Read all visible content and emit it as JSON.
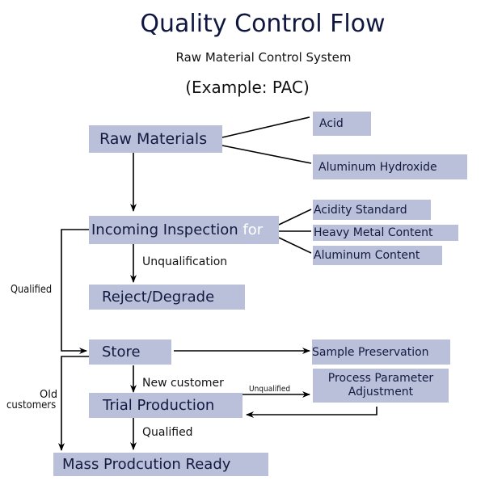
{
  "header": {
    "title": "Quality Control Flow",
    "subtitle": "Raw Material Control System",
    "example": "(Example: PAC)"
  },
  "nodes": {
    "raw_materials": "Raw Materials",
    "acid": "Acid",
    "aluminum_hydroxide": "Aluminum Hydroxide",
    "incoming_inspection": "Incoming Inspection",
    "incoming_for": "for",
    "acidity_standard": "Acidity Standard",
    "heavy_metal": "Heavy Metal Content",
    "aluminum_content": "Aluminum Content",
    "reject": "Reject/Degrade",
    "store": "Store",
    "sample_preservation": "Sample Preservation",
    "trial_production": "Trial Production",
    "process_adjustment_line1": "Process Parameter",
    "process_adjustment_line2": "Adjustment",
    "mass_production": "Mass Prodcution Ready"
  },
  "edge_labels": {
    "unqualification": "Unqualification",
    "qualified_left": "Qualified",
    "new_customer": "New customer",
    "unqualified": "Unqualified",
    "old_customers_line1": "Old",
    "old_customers_line2": "customers",
    "qualified_bottom": "Qualified"
  },
  "colors": {
    "box_fill": "#bac0da",
    "text": "#121a40",
    "line": "#000000"
  }
}
